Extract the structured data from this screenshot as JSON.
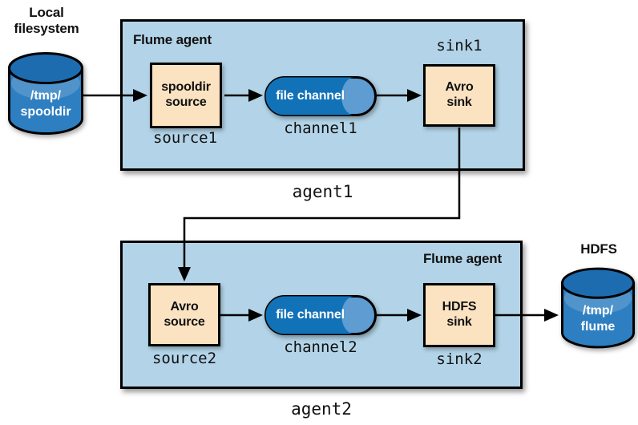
{
  "diagram": {
    "local_fs": {
      "title": "Local\nfilesystem",
      "path": "/tmp/\nspooldir"
    },
    "hdfs": {
      "title": "HDFS",
      "path": "/tmp/\nflume"
    },
    "agent1": {
      "box_label": "Flume agent",
      "caption": "agent1",
      "source": {
        "label": "spooldir\nsource",
        "caption": "source1"
      },
      "channel": {
        "label": "file channel",
        "caption": "channel1"
      },
      "sink": {
        "label": "Avro\nsink",
        "caption": "sink1"
      }
    },
    "agent2": {
      "box_label": "Flume agent",
      "caption": "agent2",
      "source": {
        "label": "Avro\nsource",
        "caption": "source2"
      },
      "channel": {
        "label": "file channel",
        "caption": "channel2"
      },
      "sink": {
        "label": "HDFS\nsink",
        "caption": "sink2"
      }
    },
    "colors": {
      "agent_background": "#b3d4e8",
      "node_background": "#fbe3c2",
      "channel_body_blue": "#1272b8",
      "channel_cap_blue": "#5e9cd1",
      "cylinder_cap_blue": "#1d6cb0",
      "cylinder_body_blue": "#2e7fc1",
      "cylinder_highlight_blue": "#5094cb",
      "outline": "#000000"
    }
  }
}
